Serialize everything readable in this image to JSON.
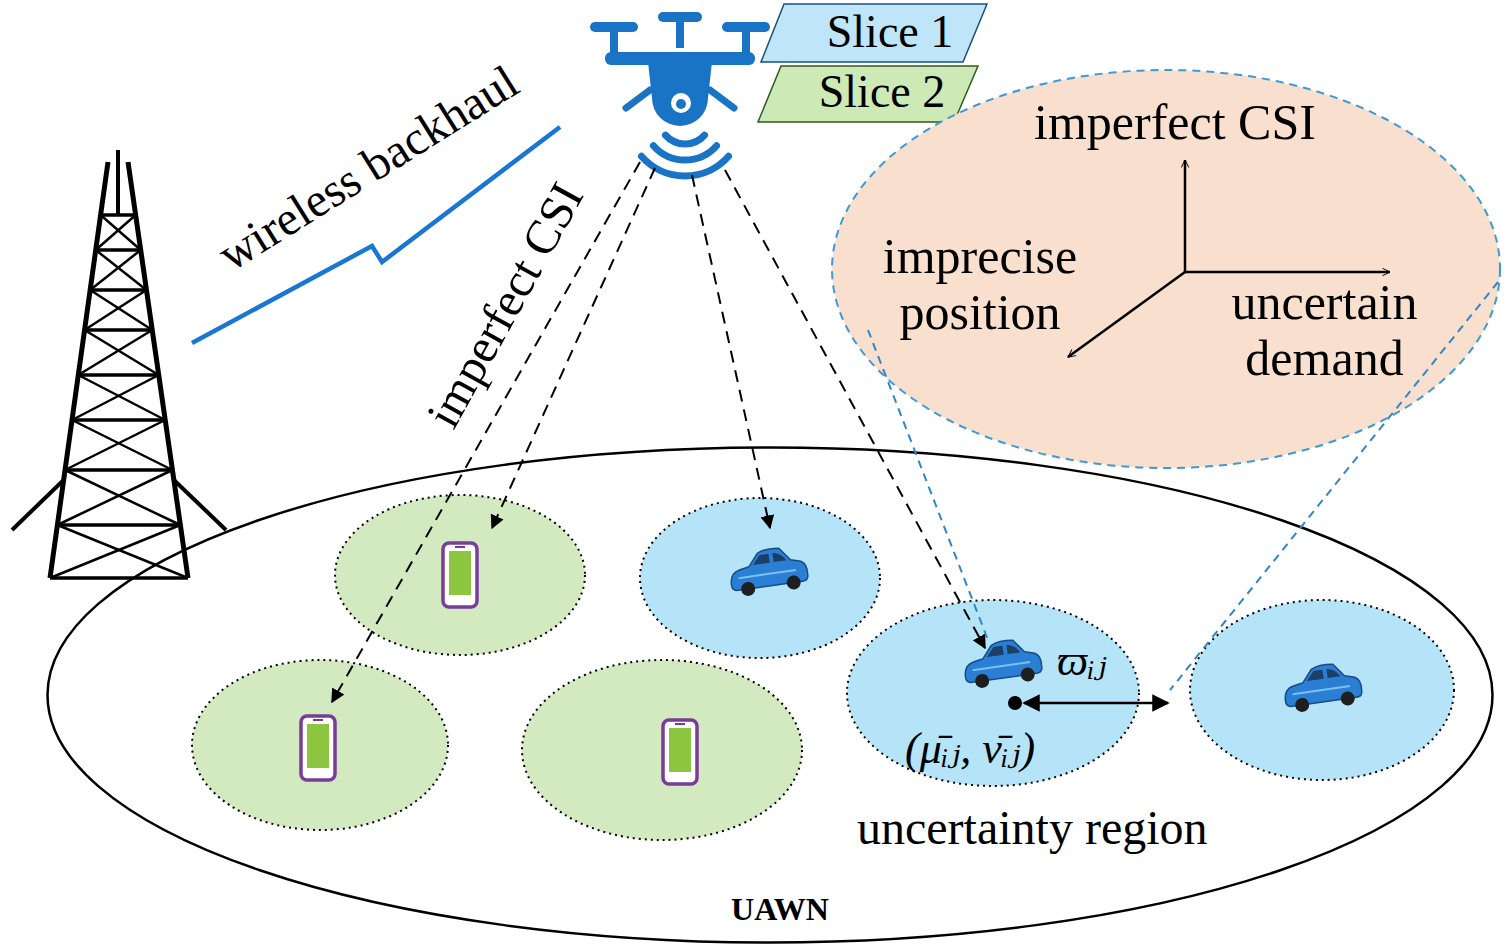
{
  "diagram": {
    "nodes": [
      {
        "text": [
          "Slice 1"
        ]
      },
      {
        "text": [
          "Slice 2"
        ]
      },
      {
        "text": [
          "imperfect CSI",
          "imprecise position",
          "uncertain demand"
        ]
      },
      {
        "text": [
          "UAWN"
        ]
      },
      {
        "text": [
          "ϖᵢⱼ",
          "(μ̄ᵢⱼ, ν̄ᵢⱼ)",
          "uncertainty region"
        ],
        "in": 3
      }
    ],
    "labels": [
      "wireless backhaul",
      "imperfect CSI"
    ]
  }
}
